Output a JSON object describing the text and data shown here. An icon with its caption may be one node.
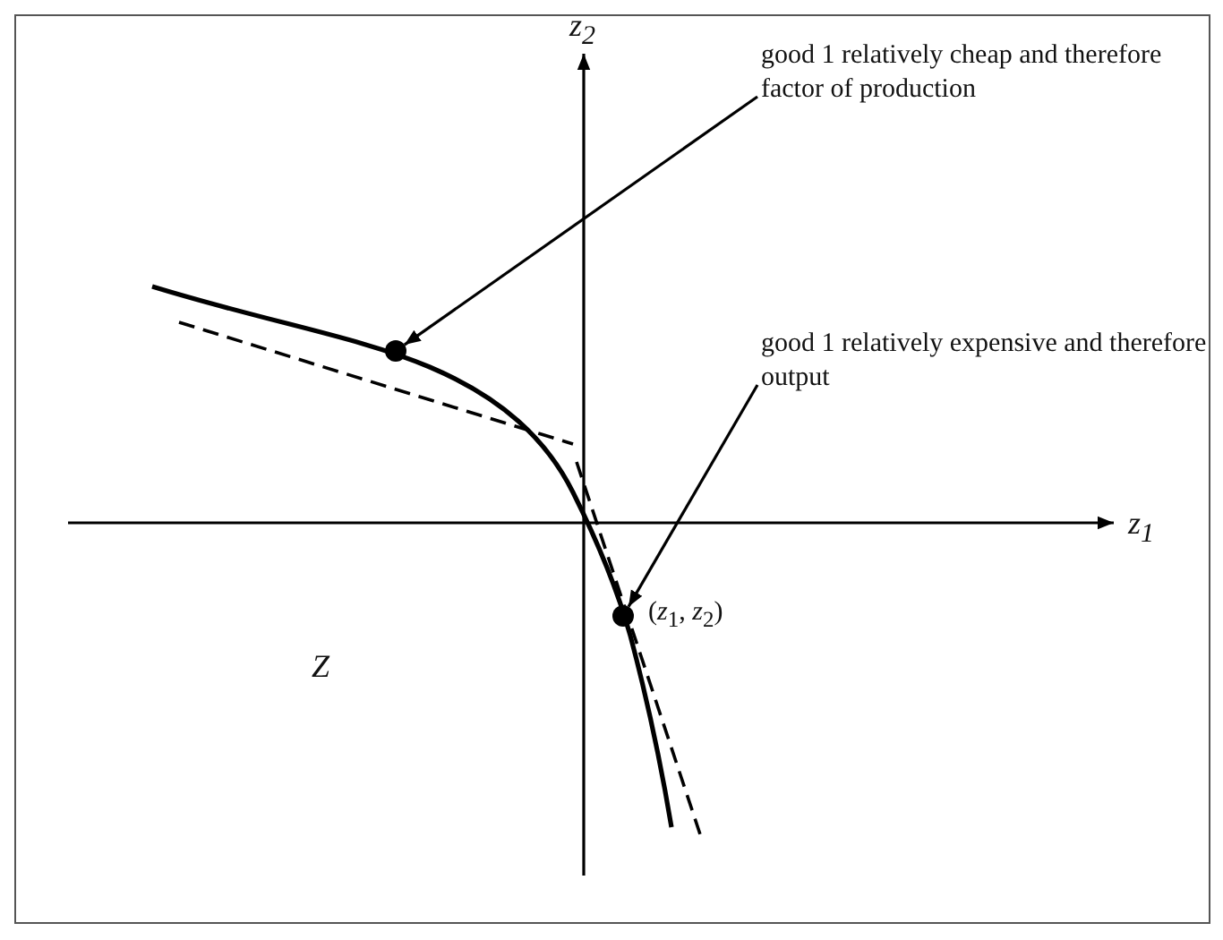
{
  "diagram": {
    "nodes": [
      {
        "text": [
          "good 1 relatively cheap and therefore factor of production"
        ]
      },
      {
        "text": [],
        "shape": "circle"
      },
      {
        "text": [
          "good 1 relatively expensive and therefore output"
        ]
      },
      {
        "text": [],
        "shape": "circle",
        "beside": [
          "(*z*$_{1}$, *z*$_{2}$)"
        ]
      }
    ],
    "edges": [
      {
        "from": 0,
        "to": 1,
        "arrow": "to"
      },
      {
        "from": 2,
        "to": 3,
        "arrow": "to"
      }
    ],
    "labels": [
      "z$_{2}$",
      "z$_{1}$",
      "Z"
    ]
  }
}
